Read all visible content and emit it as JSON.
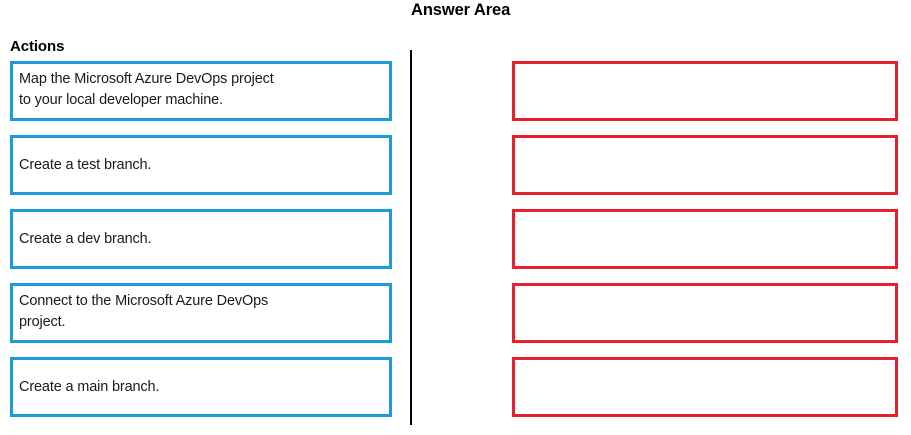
{
  "headings": {
    "answer_area": "Answer Area",
    "actions": "Actions"
  },
  "actions": {
    "items": [
      {
        "label": "Map the Microsoft Azure DevOps project\nto your local developer machine.",
        "lines": 2
      },
      {
        "label": "Create a test branch.",
        "lines": 1
      },
      {
        "label": "Create a dev branch.",
        "lines": 1
      },
      {
        "label": "Connect to the Microsoft Azure DevOps\nproject.",
        "lines": 2
      },
      {
        "label": "Create a main branch.",
        "lines": 1
      }
    ]
  },
  "answer_area": {
    "slots": [
      {
        "content": ""
      },
      {
        "content": ""
      },
      {
        "content": ""
      },
      {
        "content": ""
      },
      {
        "content": ""
      }
    ]
  },
  "colors": {
    "action_border": "#1b9bd8",
    "answer_border": "#e8202e",
    "divider": "#000000",
    "text": "#1a1a1a",
    "background": "#ffffff"
  }
}
